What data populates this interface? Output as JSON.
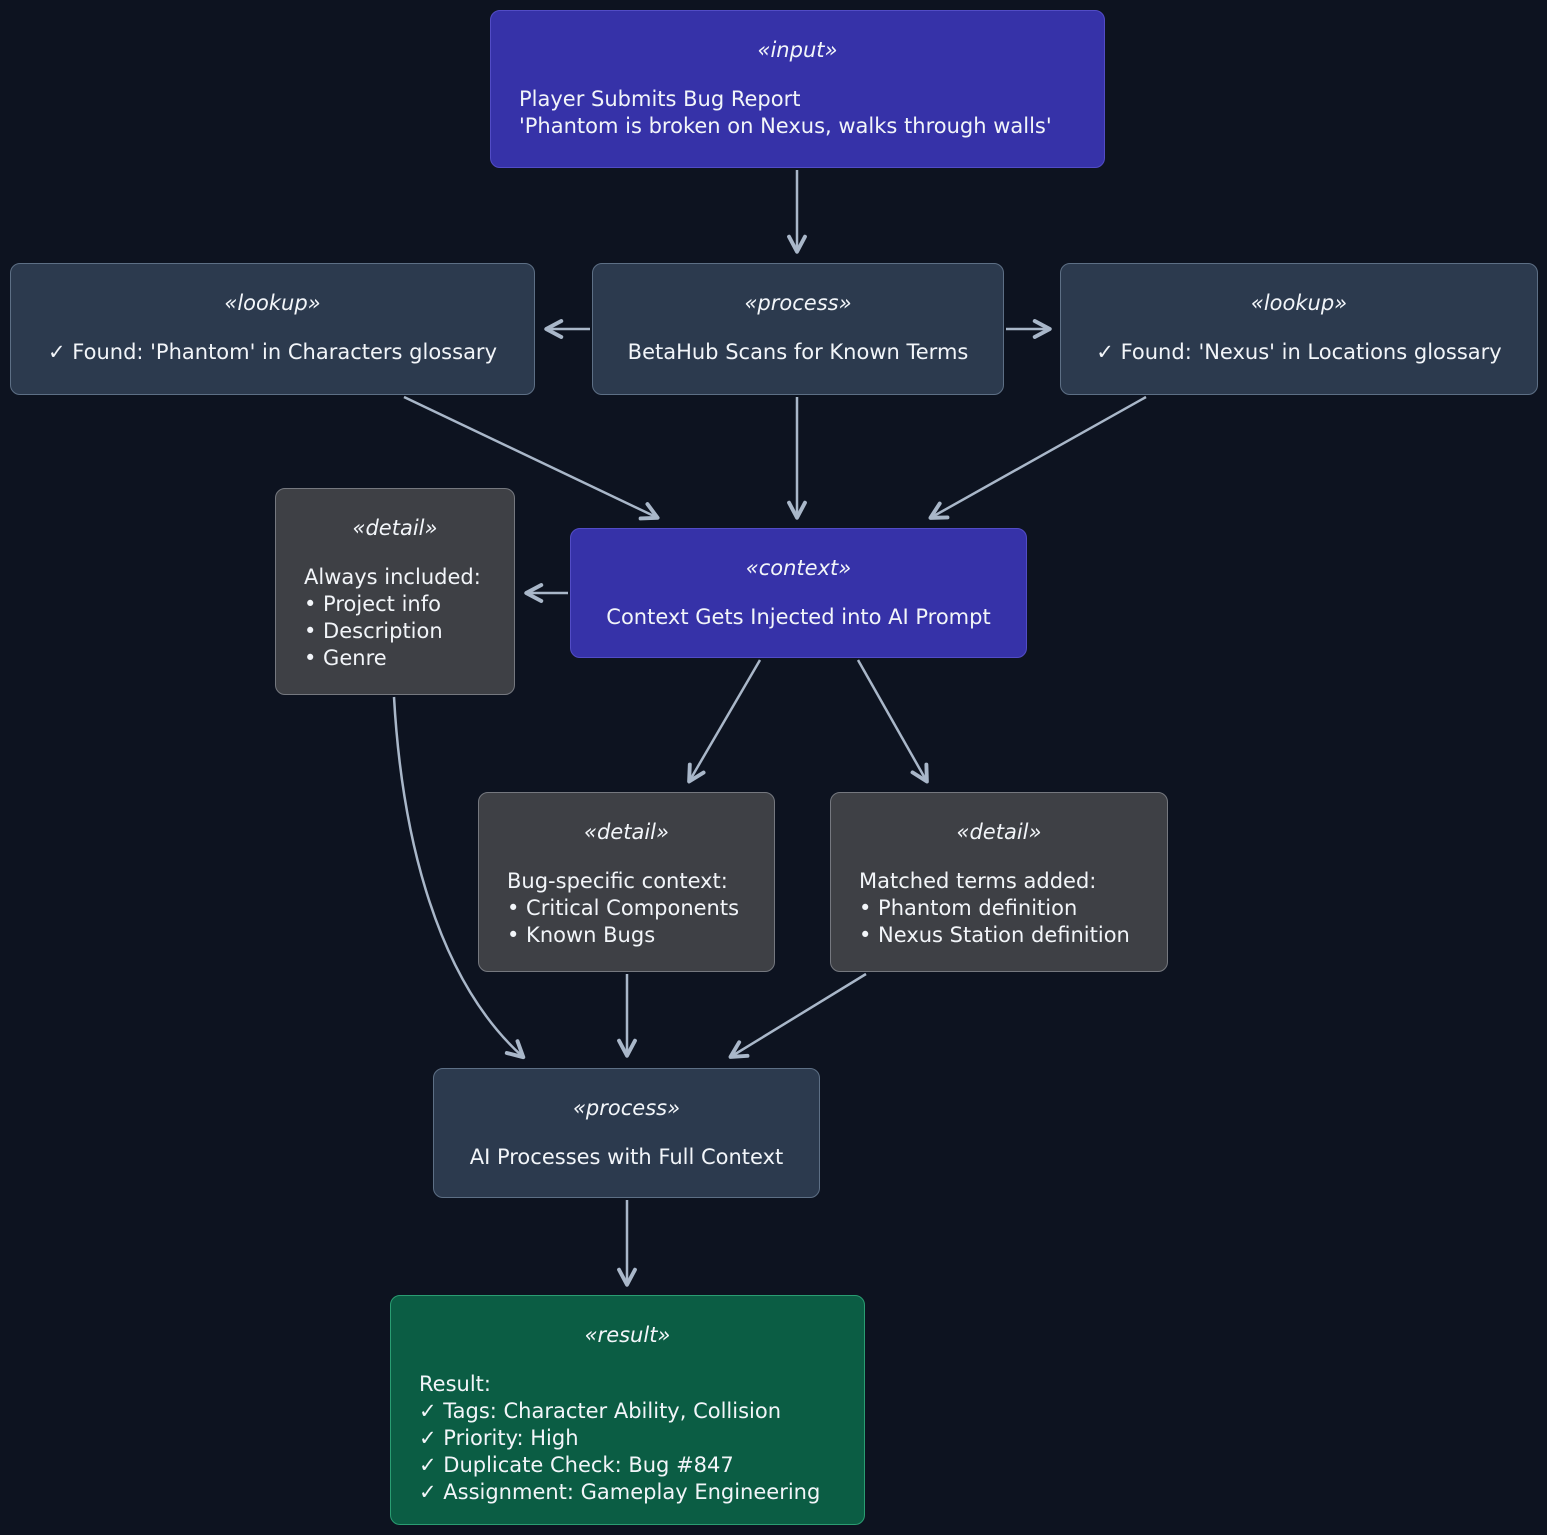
{
  "colors": {
    "background": "#0d1320",
    "input_context_fill": "#3632a8",
    "process_lookup_fill": "#2c3a4e",
    "detail_fill": "#3e4045",
    "result_fill": "#0b5d44",
    "arrow": "#a9b7c9",
    "text": "#f2f5f9"
  },
  "nodes": {
    "input": {
      "stereotype": "«input»",
      "lines": [
        "Player Submits Bug Report",
        "'Phantom is broken on Nexus, walks through walls'"
      ]
    },
    "lookup_phantom": {
      "stereotype": "«lookup»",
      "lines": [
        "✓ Found: 'Phantom' in Characters glossary"
      ]
    },
    "scan": {
      "stereotype": "«process»",
      "lines": [
        "BetaHub Scans for Known Terms"
      ]
    },
    "lookup_nexus": {
      "stereotype": "«lookup»",
      "lines": [
        "✓ Found: 'Nexus' in Locations glossary"
      ]
    },
    "detail_always": {
      "stereotype": "«detail»",
      "lines": [
        "Always included:",
        "• Project info",
        "• Description",
        "• Genre"
      ]
    },
    "context": {
      "stereotype": "«context»",
      "lines": [
        "Context Gets Injected into AI Prompt"
      ]
    },
    "detail_bug": {
      "stereotype": "«detail»",
      "lines": [
        "Bug-specific context:",
        "• Critical Components",
        "• Known Bugs"
      ]
    },
    "detail_matched": {
      "stereotype": "«detail»",
      "lines": [
        "Matched terms added:",
        "• Phantom definition",
        "• Nexus Station definition"
      ]
    },
    "process_full": {
      "stereotype": "«process»",
      "lines": [
        "AI Processes with Full Context"
      ]
    },
    "result": {
      "stereotype": "«result»",
      "lines": [
        "Result:",
        "✓ Tags: Character Ability, Collision",
        "✓ Priority: High",
        "✓ Duplicate Check: Bug #847",
        "✓ Assignment: Gameplay Engineering"
      ]
    }
  }
}
